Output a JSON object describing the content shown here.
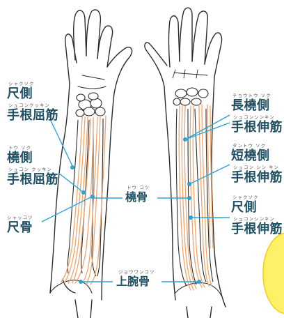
{
  "left": {
    "ulnar_side_ruby": "シャクソク",
    "ulnar_side": "尺側",
    "fcu_ruby": "シュコンクッキン",
    "fcu": "手根屈筋",
    "radial_side_ruby": "トウ ソク",
    "radial_side": "橈側",
    "fcr_ruby": "シュコン クッキン",
    "fcr": "手根屈筋",
    "ulna_ruby": "シャッコツ",
    "ulna": "尺骨"
  },
  "center": {
    "radius_ruby": "トウ コツ",
    "radius": "橈骨",
    "humerus_ruby": "ジョウワンコツ",
    "humerus": "上腕骨"
  },
  "right": {
    "long_radial_ruby": "チョウトウ ソク",
    "long_radial": "長橈側",
    "ecrl_ruby": "シュコンシンキン",
    "ecrl": "手根伸筋",
    "short_radial_ruby": "タントウ ソク",
    "short_radial": "短橈側",
    "ecrb_ruby": "シュコン シン キン",
    "ecrb": "手根伸筋",
    "ulnar_side_ruby": "シャクソク",
    "ulnar_side": "尺側",
    "ecu_ruby": "シュコンシンキン",
    "ecu": "手根伸筋"
  },
  "colors": {
    "text": "#1f4f63",
    "leader": "#2aa3dd",
    "muscle": "#f0a56a",
    "outline": "#2b2b2b",
    "highlight": "#fff06a"
  }
}
